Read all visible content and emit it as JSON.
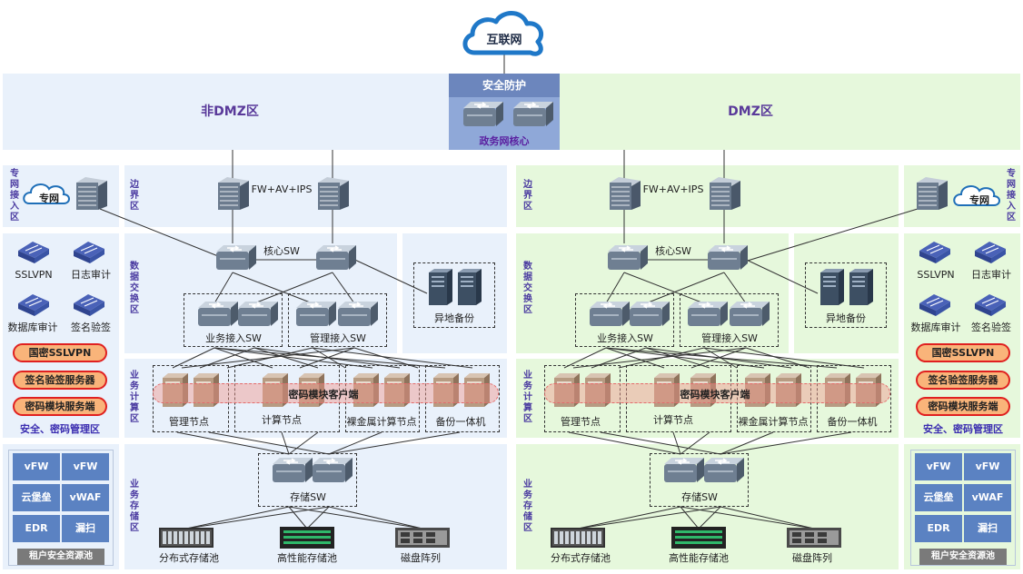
{
  "internet": {
    "label": "互联网"
  },
  "core": {
    "security_label": "安全防护",
    "core_label": "政务网核心"
  },
  "regions": {
    "non_dmz": "非DMZ区",
    "dmz": "DMZ区"
  },
  "zones": {
    "private_access": "专网接入区",
    "border": "边界区",
    "data_switch": "数据交换区",
    "business_compute": "业务计算区",
    "business_storage": "业务存储区"
  },
  "devices": {
    "private_net": "专网",
    "fw": "FW+AV+IPS",
    "core_sw": "核心SW",
    "business_access_sw": "业务接入SW",
    "mgmt_access_sw": "管理接入SW",
    "remote_backup": "异地备份",
    "storage_sw": "存储SW",
    "crypto_client": "密码模块客户端"
  },
  "compute_nodes": [
    "管理节点",
    "计算节点",
    "裸金属计算节点",
    "备份一体机"
  ],
  "storage_pools": [
    "分布式存储池",
    "高性能存储池",
    "磁盘阵列"
  ],
  "security_mgmt": {
    "items": [
      "SSLVPN",
      "日志审计",
      "数据库审计",
      "签名验签"
    ],
    "services": [
      "国密SSLVPN",
      "签名验签服务器",
      "密码模块服务端"
    ],
    "title": "安全、密码管理区"
  },
  "tenant_pool": {
    "tiles": [
      "vFW",
      "vFW",
      "云堡垒",
      "vWAF",
      "EDR",
      "漏扫"
    ],
    "title": "租户安全资源池"
  },
  "colors": {
    "blue_zone": "#e9f1fb",
    "green_zone": "#e6f8dc",
    "core_box": "#8fa8d8",
    "tile_blue": "#5b82c2",
    "pill_fill": "#f9b47a",
    "pill_border": "#e02020",
    "zone_label": "#4a3aa0"
  },
  "icons": [
    "cloud-icon",
    "firewall-icon",
    "switch-icon",
    "router-icon",
    "server-icon",
    "security-device-icon",
    "storage-array-icon"
  ]
}
